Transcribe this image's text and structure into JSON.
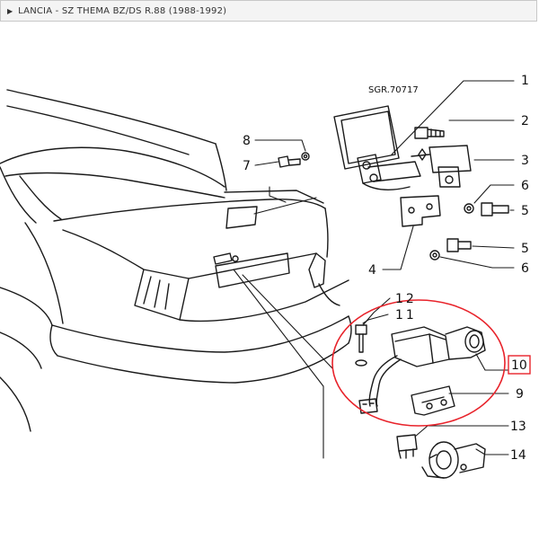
{
  "breadcrumb": {
    "arrow_icon": "triangle-right-icon",
    "text": "LANCIA - SZ THEMA BZ/DS R.88 (1988-1992)"
  },
  "diagram": {
    "reference_code": "SGR.70717",
    "callouts": [
      "1",
      "2",
      "3",
      "4",
      "5",
      "5",
      "6",
      "6",
      "7",
      "8",
      "9",
      "10",
      "11",
      "12",
      "13",
      "14"
    ],
    "highlight_color": "#e8232b",
    "highlighted_callout": "10"
  }
}
